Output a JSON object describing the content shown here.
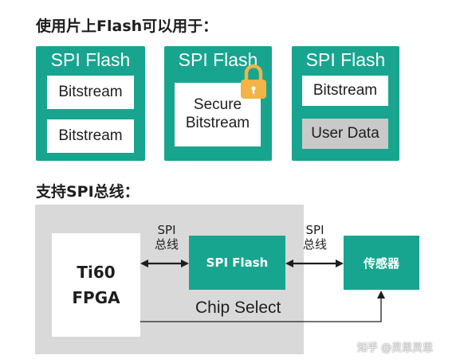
{
  "colors": {
    "teal": "#17a58f",
    "lock": "#f2b446",
    "diagram_background": "#d9d9d9"
  },
  "section1": {
    "heading": "使用片上Flash可以用于：",
    "cards": [
      {
        "title": "SPI Flash",
        "slots": [
          {
            "label": "Bitstream"
          },
          {
            "label": "Bitstream"
          }
        ]
      },
      {
        "title": "SPI Flash",
        "lock_icon": "lock-icon",
        "slots": [
          {
            "label_line1": "Secure",
            "label_line2": "Bitstream"
          }
        ]
      },
      {
        "title": "SPI Flash",
        "slots": [
          {
            "label": "Bitstream"
          },
          {
            "label": "User Data"
          }
        ]
      }
    ]
  },
  "section2": {
    "heading": "支持SPI总线：",
    "fpga": {
      "line1": "Ti60",
      "line2": "FPGA"
    },
    "spi_flash": "SPI Flash",
    "sensor": "传感器",
    "left_link": {
      "line1": "SPI",
      "line2": "总线"
    },
    "right_link": {
      "line1": "SPI",
      "line2": "总线"
    },
    "chip_select": "Chip Select"
  },
  "watermark": "知乎 @灵思灵思"
}
